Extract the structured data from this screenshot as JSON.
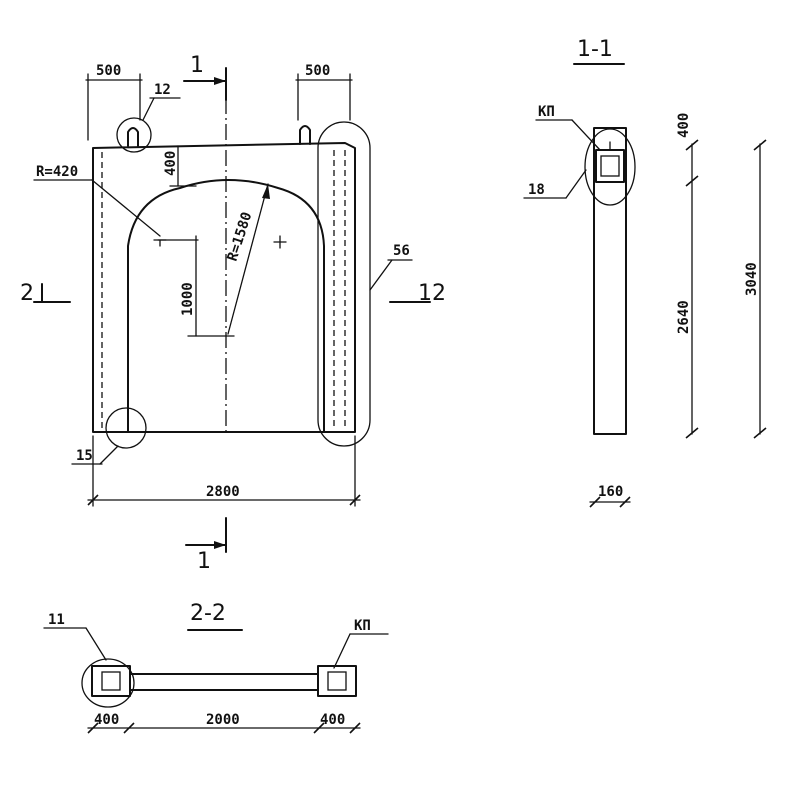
{
  "front_view": {
    "dim_top_left": "500",
    "dim_top_right": "500",
    "callout_12_top": "12",
    "radius_small": "R=420",
    "dim_400": "400",
    "radius_large": "R=1580",
    "dim_1000": "1000",
    "callout_56": "56",
    "callout_15": "15",
    "dim_width": "2800",
    "cut_1_top": "1",
    "cut_1_bottom": "1",
    "cut_2_left": "2",
    "cut_2_right": "12"
  },
  "section_1_1": {
    "title": "1-1",
    "kp": "КП",
    "callout_18": "18",
    "dim_400": "400",
    "dim_2640": "2640",
    "dim_3040": "3040",
    "dim_160": "160"
  },
  "section_2_2": {
    "title": "2-2",
    "callout_11": "11",
    "kp": "КП",
    "dim_left": "400",
    "dim_mid": "2000",
    "dim_right": "400"
  }
}
